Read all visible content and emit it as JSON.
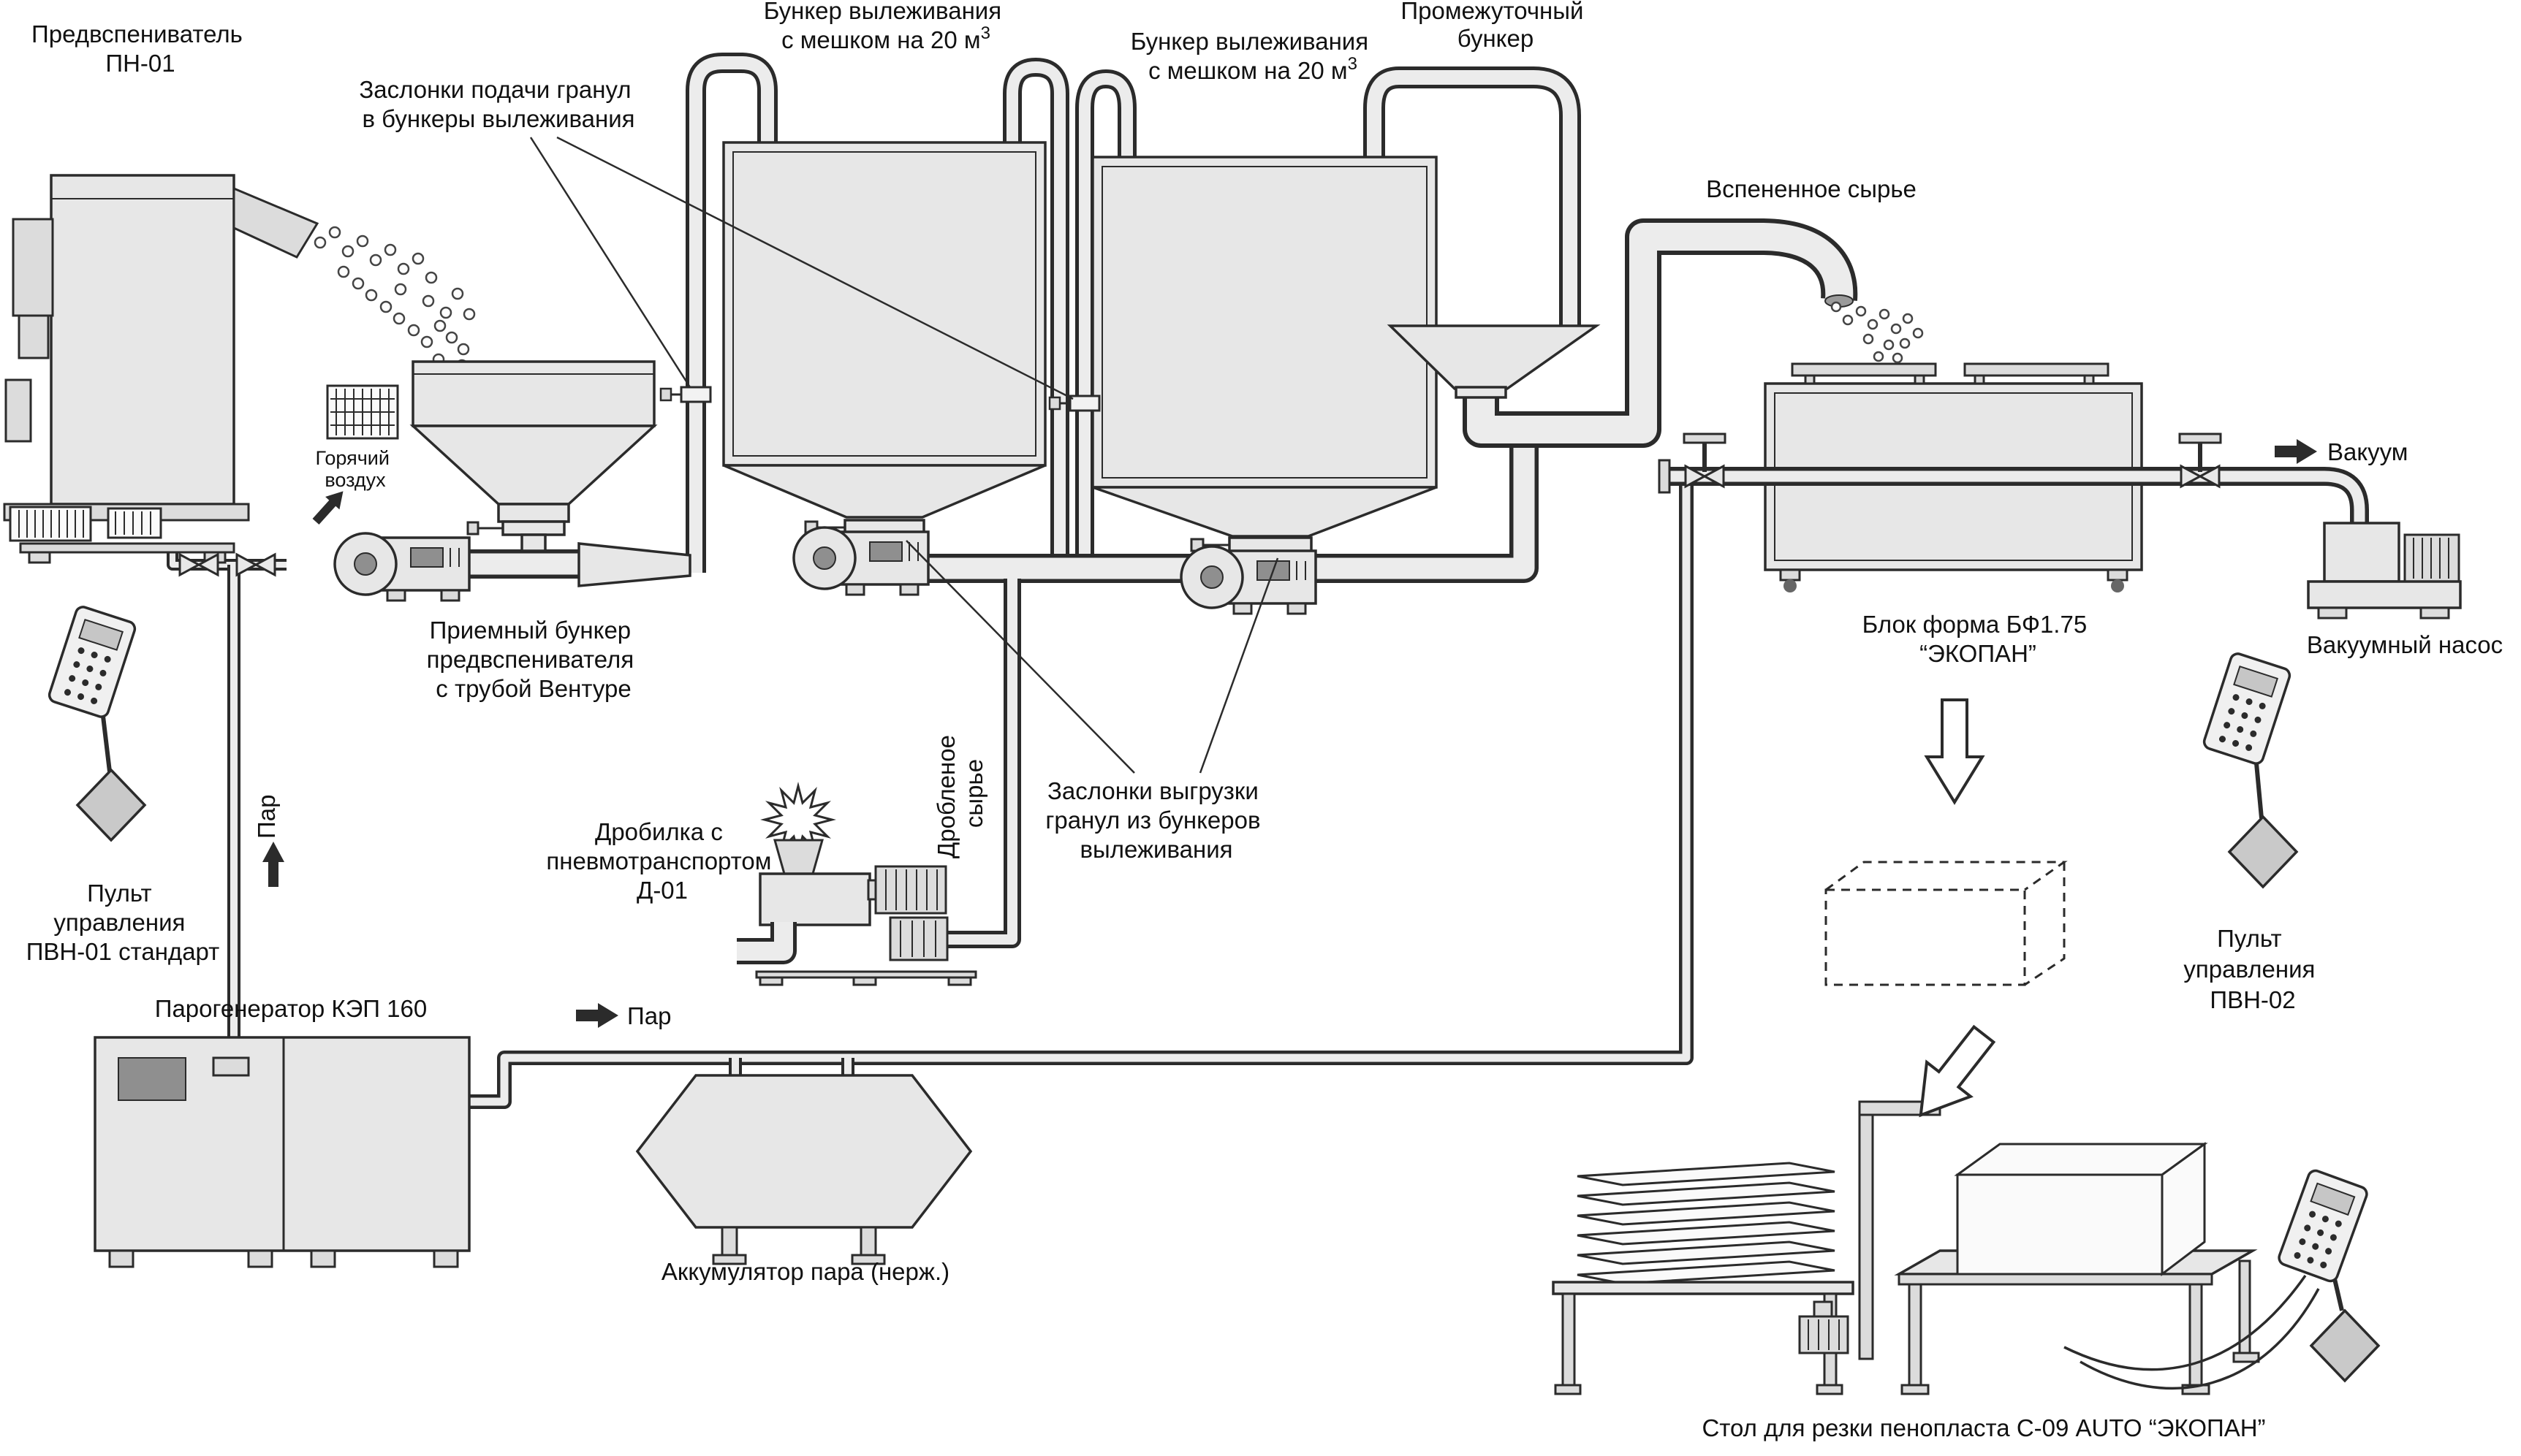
{
  "labels": {
    "preexpander": {
      "line1": "Предвспениватель",
      "line2": "ПН-01"
    },
    "feed_gates": {
      "line1": "Заслонки подачи гранул",
      "line2": "в бункеры вылеживания"
    },
    "aging_bunker_1": {
      "line1": "Бункер вылеживания",
      "line2": "с мешком на 20 м",
      "sup": "3"
    },
    "aging_bunker_2": {
      "line1": "Бункер вылеживания",
      "line2": "с мешком на 20 м",
      "sup": "3"
    },
    "intermediate_bunker": {
      "line1": "Промежуточный",
      "line2": "бункер"
    },
    "foamed_material": "Вспененное сырье",
    "hot_air": {
      "line1": "Горячий",
      "line2": "воздух"
    },
    "receiving_bunker": {
      "line1": "Приемный бункер",
      "line2": "предвспенивателя",
      "line3": "с трубой Вентуре"
    },
    "control_panel_1": {
      "line1": "Пульт",
      "line2": "управления",
      "line3": "ПВН-01 стандарт"
    },
    "steam_to_preexpander": "Пар",
    "steam_generator": "Парогенератор КЭП  160",
    "steam_to_accumulator": "Пар",
    "steam_accumulator": "Аккумулятор пара (нерж.)",
    "crusher": {
      "line1": "Дробилка с",
      "line2": "пневмотранспортом",
      "line3": "Д-01"
    },
    "crushed_material": {
      "line1": "Дробленое",
      "line2": "сырье"
    },
    "discharge_gates": {
      "line1": "Заслонки выгрузки",
      "line2": "гранул из бункеров",
      "line3": "вылеживания"
    },
    "block_mold": {
      "line1": "Блок форма БФ1.75",
      "line2": "“ЭКОПАН”"
    },
    "vacuum": "Вакуум",
    "vacuum_pump": "Вакуумный насос",
    "control_panel_2": {
      "line1": "Пульт",
      "line2": "управления",
      "line3": "ПВН-02"
    },
    "cutting_table": "Стол для резки пенопласта С-09 AUTO “ЭКОПАН”"
  },
  "colors": {
    "outline": "#2b2b2b",
    "machine_fill": "#e7e7e7",
    "pipe_fill": "#ececec",
    "background": "#ffffff"
  }
}
